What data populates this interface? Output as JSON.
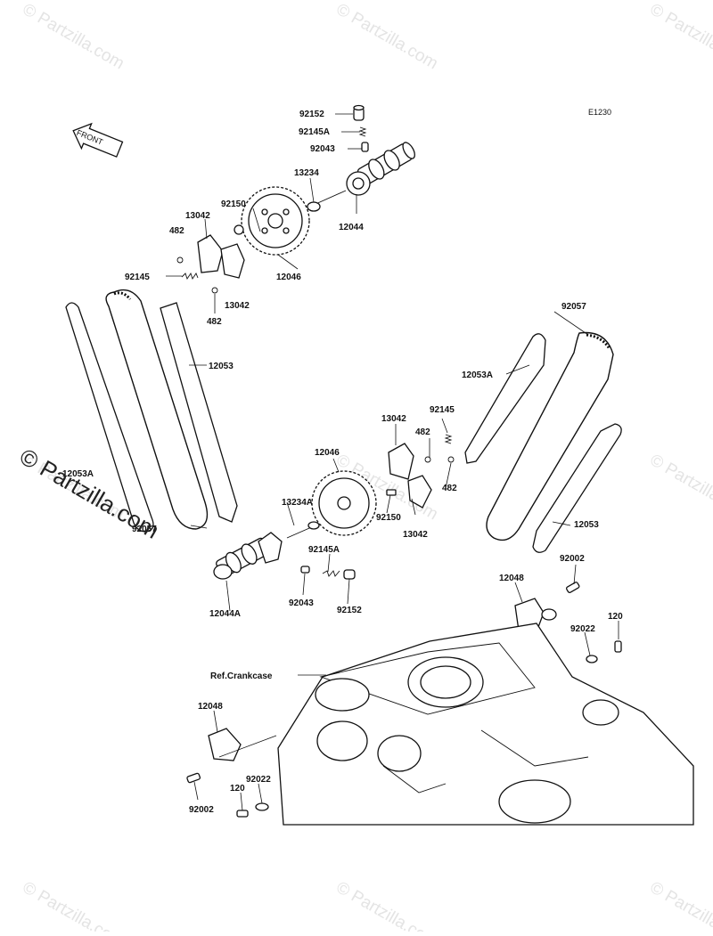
{
  "diagram": {
    "code": "E1230",
    "front_label": "FRONT",
    "ref_label": "Ref.Crankcase",
    "watermarks": [
      "© Partzilla.com",
      "© Partzilla.com",
      "© Partzilla.com",
      "© Partzilla.com",
      "© Partzilla.com",
      "© Partzilla.com",
      "© Partzilla.com",
      "© Partzilla.com",
      "© Partzilla.com"
    ],
    "main_watermark": "© Partzilla.com",
    "labels": [
      "92152",
      "92145A",
      "92043",
      "13234",
      "12044",
      "92150",
      "13042",
      "482",
      "92145",
      "12046",
      "13042",
      "482",
      "12053",
      "92057",
      "12053A",
      "12053A",
      "92057",
      "13042",
      "92145",
      "482",
      "12046",
      "482",
      "13234A",
      "92150",
      "13042",
      "12053",
      "92145A",
      "12044A",
      "92043",
      "92152",
      "92002",
      "12048",
      "120",
      "92022",
      "12048",
      "92002",
      "120",
      "92022"
    ]
  }
}
